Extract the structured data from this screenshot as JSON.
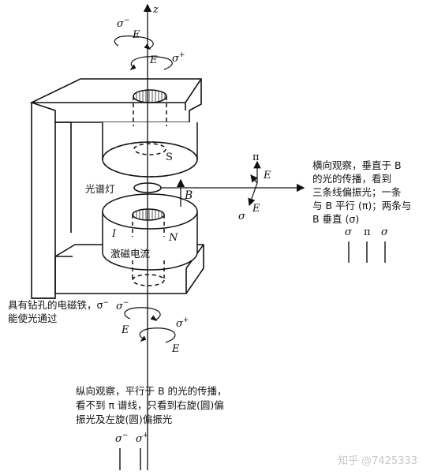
{
  "axis": {
    "z_label": "z"
  },
  "top_field": {
    "sigma_minus": "σ",
    "minus": "−",
    "E1": "E",
    "E2": "E",
    "sigma_plus": "σ",
    "plus": "+"
  },
  "magnet": {
    "pole_S": "S",
    "pole_N": "N",
    "current_I": "I",
    "current_label": "激磁电流",
    "B_label": "B",
    "lamp_label": "光谱灯",
    "caption_line1": "具有钻孔的电磁铁，σ",
    "caption_line1_sup": "−",
    "caption_line2": "能使光通过"
  },
  "side_axes": {
    "pi_label": "π",
    "E_upper": "E",
    "E_lower": "E",
    "sigma_label": "σ"
  },
  "transverse_text": {
    "line1": "横向观察，垂直于 B",
    "line2": "的光的传播，看到",
    "line3": "三条线偏振光；一条",
    "line4": "与 B 平行 (π)；两条与",
    "line5": "B 垂直 (σ)"
  },
  "transverse_lines": {
    "labels": [
      "σ",
      "π",
      "σ"
    ]
  },
  "bottom_field": {
    "sigma_minus": "σ",
    "minus": "−",
    "E1": "E",
    "E2": "E",
    "sigma_plus": "σ",
    "plus": "+"
  },
  "longitudinal_text": {
    "line1": "纵向观察，平行于 B 的光的传播，",
    "line2": "看不到 π 谱线，只看到右旋(圆)偏",
    "line3": "振光及左旋(圆)偏振光"
  },
  "longitudinal_lines": {
    "labels": [
      "σ",
      "σ"
    ],
    "sups": [
      "−",
      "+"
    ]
  },
  "watermark": "知乎 @7425333"
}
